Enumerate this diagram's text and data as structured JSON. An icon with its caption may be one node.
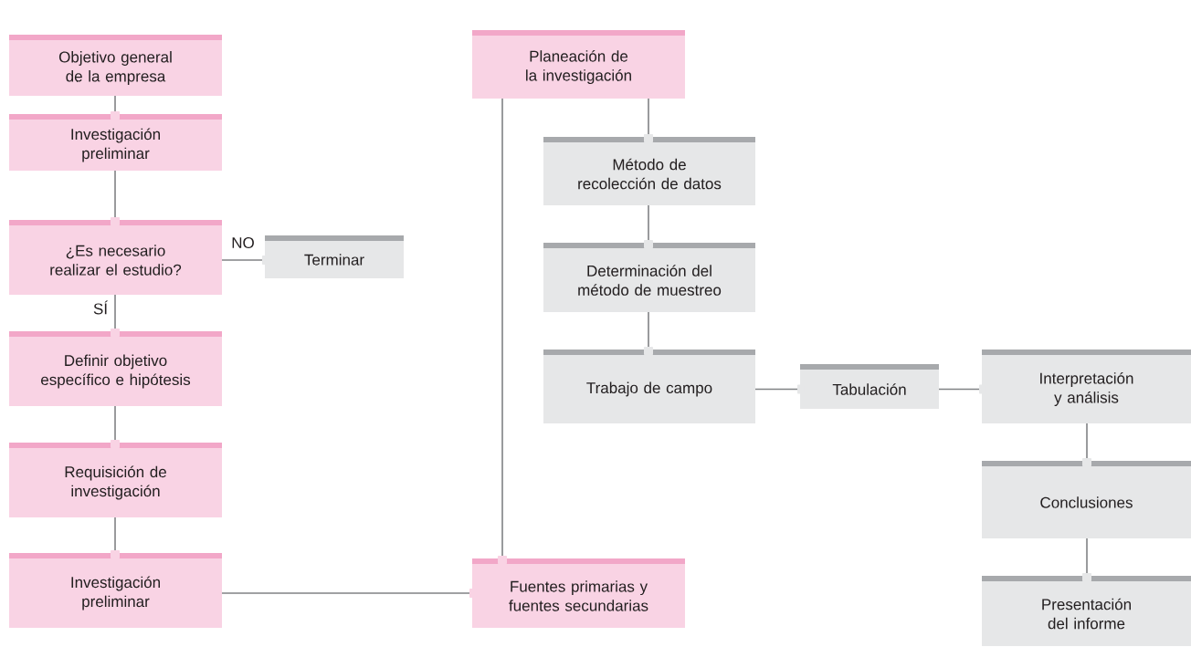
{
  "diagram": {
    "nodes": [
      {
        "text": [
          "Objetivo general de la empresa"
        ]
      },
      {
        "text": [
          "Investigación preliminar"
        ]
      },
      {
        "text": [
          "¿Es necesario realizar el estudio?"
        ]
      },
      {
        "text": [
          "Terminar"
        ]
      },
      {
        "text": [
          "Definir objetivo específico e hipótesis"
        ]
      },
      {
        "text": [
          "Requisición de investigación"
        ]
      },
      {
        "text": [
          "Investigación preliminar"
        ]
      },
      {
        "text": [
          "Fuentes primarias y fuentes secundarias"
        ]
      },
      {
        "text": [
          "Planeación de la investigación"
        ]
      },
      {
        "text": [
          "Método de recolección de datos"
        ]
      },
      {
        "text": [
          "Determinación del método de muestreo"
        ]
      },
      {
        "text": [
          "Trabajo de campo"
        ]
      },
      {
        "text": [
          "Tabulación"
        ]
      },
      {
        "text": [
          "Interpretación y análisis"
        ]
      },
      {
        "text": [
          "Conclusiones"
        ]
      },
      {
        "text": [
          "Presentación del informe"
        ]
      }
    ],
    "edges": [
      {
        "from": 0,
        "to": 1,
        "arrow": "other"
      },
      {
        "from": 1,
        "to": 2,
        "arrow": "other"
      },
      {
        "from": 2,
        "to": 3,
        "arrow": "other",
        "label": "NO"
      },
      {
        "from": 2,
        "to": 4,
        "arrow": "other",
        "label": "SÍ"
      },
      {
        "from": 4,
        "to": 5,
        "arrow": "other"
      },
      {
        "from": 5,
        "to": 6,
        "arrow": "other"
      },
      {
        "from": 6,
        "to": 7,
        "arrow": "other"
      },
      {
        "from": 8,
        "to": 7,
        "arrow": "other"
      },
      {
        "from": 8,
        "to": 9,
        "arrow": "other"
      },
      {
        "from": 9,
        "to": 10,
        "arrow": "other"
      },
      {
        "from": 10,
        "to": 11,
        "arrow": "other"
      },
      {
        "from": 11,
        "to": 12,
        "arrow": "other"
      },
      {
        "from": 12,
        "to": 13,
        "arrow": "other"
      },
      {
        "from": 13,
        "to": 14,
        "arrow": "other"
      },
      {
        "from": 14,
        "to": 15,
        "arrow": "other"
      }
    ]
  }
}
